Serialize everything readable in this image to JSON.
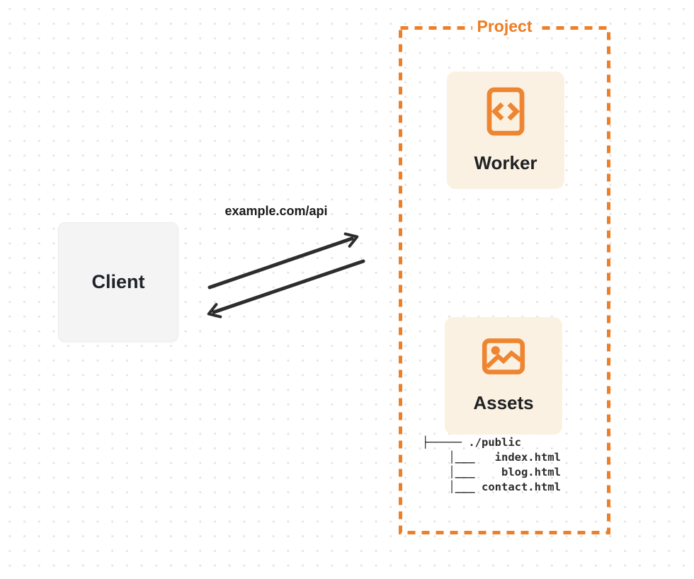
{
  "client": {
    "label": "Client"
  },
  "request": {
    "label": "example.com/api"
  },
  "project": {
    "label": "Project",
    "nodes": [
      {
        "id": "worker",
        "label": "Worker",
        "icon": "code-document-icon"
      },
      {
        "id": "assets",
        "label": "Assets",
        "icon": "image-icon"
      }
    ],
    "file_tree": {
      "root": "./public",
      "files": [
        "index.html",
        "blog.html",
        "contact.html"
      ],
      "ascii": "├───── ./public\n    │___   index.html\n    │___    blog.html\n    │___ contact.html"
    }
  },
  "colors": {
    "accent_orange": "#ed7f28",
    "icon_orange": "#ee8530",
    "node_fill": "#fbf1e2",
    "client_fill": "#f4f4f5",
    "arrow": "#2d2d2d",
    "text_dark": "#202224",
    "dot_grid": "#e4e4e7"
  }
}
